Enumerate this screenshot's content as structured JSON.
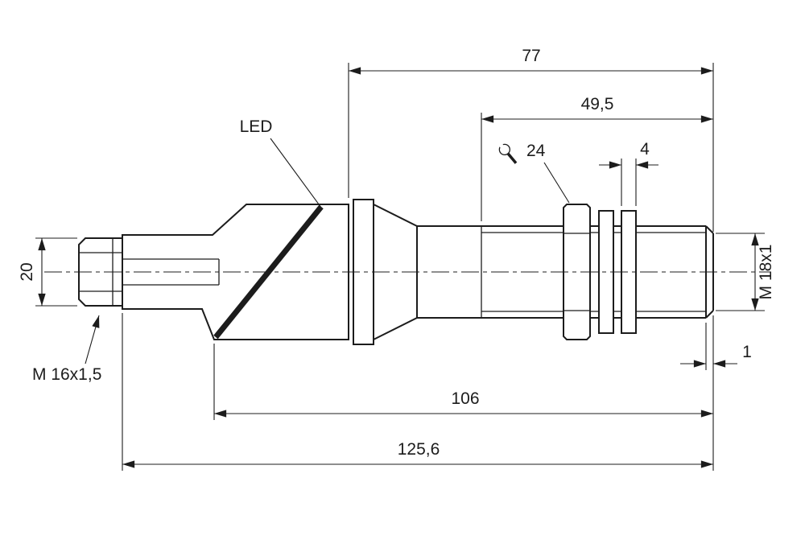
{
  "drawing": {
    "type": "sensor dimensional drawing",
    "line_color": "#1c1c1c",
    "background": "#ffffff"
  },
  "labels": {
    "led": "LED",
    "connector_thread": "M 16x1,5",
    "wrench_size": "24",
    "mounting_thread": "M 18x1"
  },
  "dimensions": {
    "barrel_length": "77",
    "thread_length": "49,5",
    "locknut_width": "4",
    "connector_width": "20",
    "tip_face": "1",
    "body_length": "106",
    "total_length": "125,6"
  }
}
